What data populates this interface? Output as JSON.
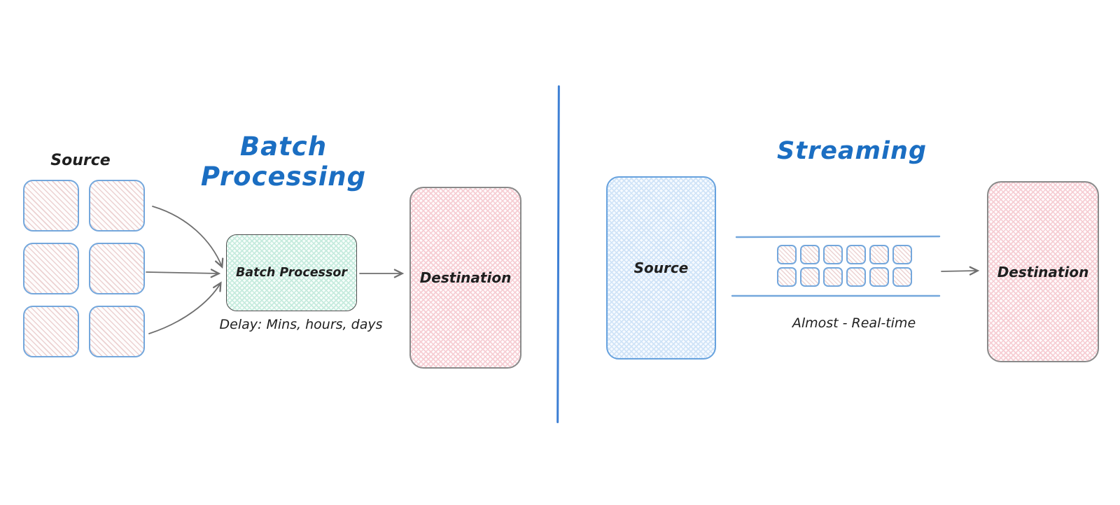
{
  "left": {
    "title": "Batch Processing",
    "source_label": "Source",
    "source_box_count": 6,
    "processor_label": "Batch Processor",
    "delay_label": "Delay: Mins, hours, days",
    "destination_label": "Destination"
  },
  "right": {
    "title": "Streaming",
    "source_label": "Source",
    "stream_item_count": 12,
    "latency_label": "Almost - Real-time",
    "destination_label": "Destination"
  },
  "colors": {
    "title_blue": "#1b6ec2",
    "divider_blue": "#3d7fd4",
    "shape_blue": "#74a7dc",
    "source_border": "#67a2de",
    "arrow_gray": "#6f6f6f",
    "ink": "#1f1f1f",
    "processor_border": "#4f4f4f",
    "dest_border": "#8a8a8a",
    "check_pink": "#f6cdd3",
    "check_blue": "#cfe3f7",
    "check_teal": "#c5ebdd",
    "hatch_pink": "#ecd2d2"
  }
}
